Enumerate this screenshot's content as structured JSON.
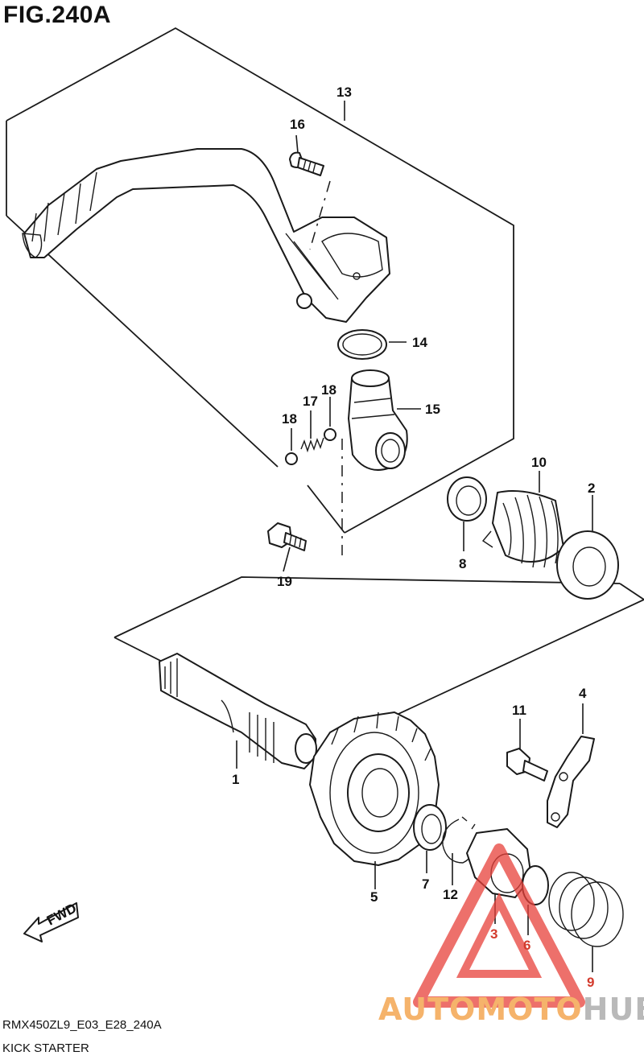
{
  "figure": {
    "title": "FIG.240A"
  },
  "footer": {
    "model_code": "RMX450ZL9_E03_E28_240A",
    "caption": "KICK STARTER"
  },
  "watermark": {
    "part1": "AUTOMOTO",
    "part2": "HUB",
    "color_main": "#f5b36b",
    "color_accent": "#b9b9b9",
    "logo_color": "#e8413a"
  },
  "parts": [
    {
      "ref": "1"
    },
    {
      "ref": "2"
    },
    {
      "ref": "3"
    },
    {
      "ref": "4"
    },
    {
      "ref": "5"
    },
    {
      "ref": "6"
    },
    {
      "ref": "7"
    },
    {
      "ref": "8"
    },
    {
      "ref": "9"
    },
    {
      "ref": "10"
    },
    {
      "ref": "11"
    },
    {
      "ref": "12"
    },
    {
      "ref": "13"
    },
    {
      "ref": "14"
    },
    {
      "ref": "15"
    },
    {
      "ref": "16"
    },
    {
      "ref": "17"
    },
    {
      "ref": "18"
    },
    {
      "ref": "18"
    },
    {
      "ref": "19"
    }
  ],
  "fwd_label": "FWD"
}
